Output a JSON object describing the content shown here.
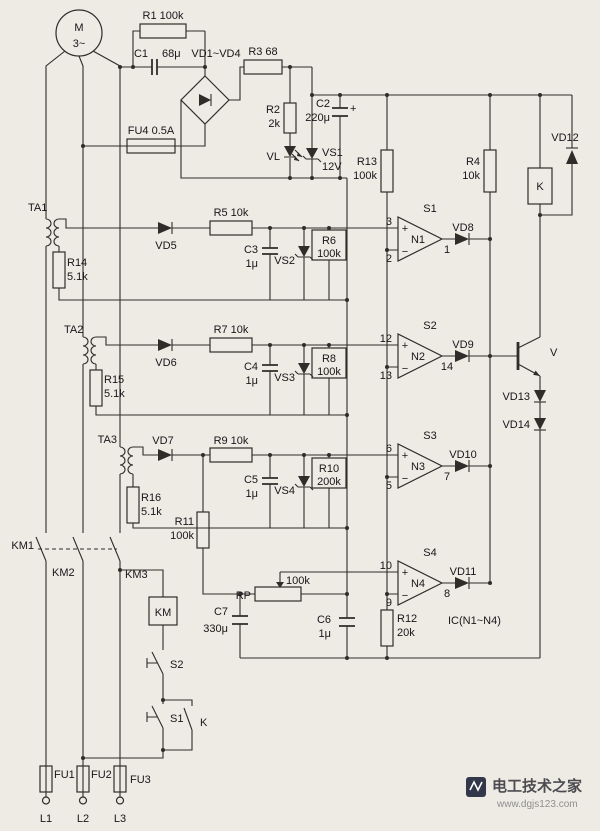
{
  "power": {
    "motor": "M",
    "motor_phase": "3~",
    "r1": "R1 100k",
    "c1_name": "C1",
    "c1_val": "68μ",
    "bridge": "VD1~VD4",
    "r3": "R3 68",
    "fu4": "FU4 0.5A",
    "r2_name": "R2",
    "r2_val": "2k",
    "vl": "VL",
    "c2_name": "C2",
    "c2_val": "220μ",
    "c2_plus": "+",
    "vs1_name": "VS1",
    "vs1_val": "12V",
    "r13_name": "R13",
    "r13_val": "100k",
    "r4_name": "R4",
    "r4_val": "10k",
    "vd12": "VD12",
    "relay": "K"
  },
  "ch1": {
    "ta": "TA1",
    "rb_name": "R14",
    "rb_val": "5.1k",
    "vd": "VD5",
    "r": "R5 10k",
    "c_name": "C3",
    "c_val": "1μ",
    "vs": "VS2",
    "rf_name": "R6",
    "rf_val": "100k",
    "s": "S1",
    "n": "N1",
    "plus": "+",
    "minus": "−",
    "pin_p": "3",
    "pin_m": "2",
    "pin_o": "1",
    "vdo": "VD8"
  },
  "ch2": {
    "ta": "TA2",
    "rb_name": "R15",
    "rb_val": "5.1k",
    "vd": "VD6",
    "r": "R7 10k",
    "c_name": "C4",
    "c_val": "1μ",
    "vs": "VS3",
    "rf_name": "R8",
    "rf_val": "100k",
    "s": "S2",
    "n": "N2",
    "plus": "+",
    "minus": "−",
    "pin_p": "12",
    "pin_m": "13",
    "pin_o": "14",
    "vdo": "VD9"
  },
  "ch3": {
    "ta": "TA3",
    "rb_name": "R16",
    "rb_val": "5.1k",
    "vd": "VD7",
    "r": "R9 10k",
    "c_name": "C5",
    "c_val": "1μ",
    "vs": "VS4",
    "rf_name": "R10",
    "rf_val": "200k",
    "s": "S3",
    "n": "N3",
    "plus": "+",
    "minus": "−",
    "pin_p": "6",
    "pin_m": "5",
    "pin_o": "7",
    "vdo": "VD10",
    "r11_name": "R11",
    "r11_val": "100k"
  },
  "ch4": {
    "s": "S4",
    "n": "N4",
    "plus": "+",
    "minus": "−",
    "pin_p": "10",
    "pin_m": "9",
    "pin_o": "8",
    "vdo": "VD11",
    "rp_name": "RP",
    "rp_val": "100k",
    "c7_name": "C7",
    "c7_val": "330μ",
    "c6_name": "C6",
    "c6_val": "1μ",
    "r12_name": "R12",
    "r12_val": "20k",
    "ic": "IC(N1~N4)"
  },
  "out": {
    "v": "V",
    "vd13": "VD13",
    "vd14": "VD14"
  },
  "ctl": {
    "km1": "KM1",
    "km2": "KM2",
    "km3": "KM3",
    "km": "KM",
    "s2": "S2",
    "s1": "S1",
    "k": "K"
  },
  "bot": {
    "fu1": "FU1",
    "fu2": "FU2",
    "fu3": "FU3",
    "l1": "L1",
    "l2": "L2",
    "l3": "L3"
  },
  "watermark": {
    "name": "电工技术之家",
    "url": "www.dgjs123.com"
  }
}
